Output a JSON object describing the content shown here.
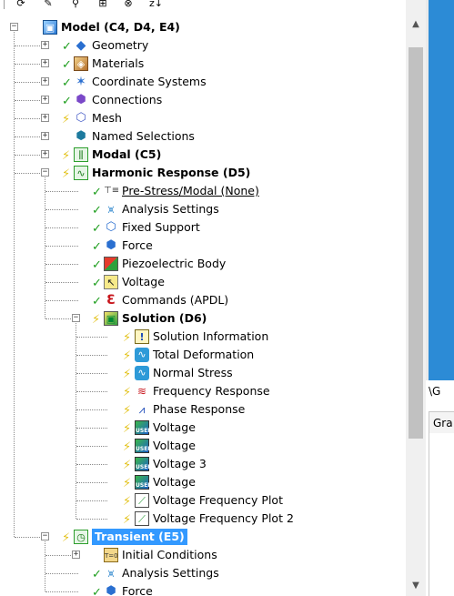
{
  "toolbar": [
    {
      "name": "refresh-icon",
      "glyph": "⟳"
    },
    {
      "name": "show-vertex-icon",
      "glyph": "✎"
    },
    {
      "name": "tree-filter-icon",
      "glyph": "⚲"
    },
    {
      "name": "expand-all-icon",
      "glyph": "⊞"
    },
    {
      "name": "suppress-icon",
      "glyph": "⊗"
    },
    {
      "name": "sort-icon",
      "glyph": "z↓"
    }
  ],
  "tree": [
    {
      "label": "Model (C4, D4, E4)",
      "level": 0,
      "expander": "minus",
      "status": "",
      "icon": "model",
      "bold": true
    },
    {
      "label": "Geometry",
      "level": 1,
      "expander": "plus",
      "status": "check",
      "icon": "geometry"
    },
    {
      "label": "Materials",
      "level": 1,
      "expander": "plus",
      "status": "check",
      "icon": "materials"
    },
    {
      "label": "Coordinate Systems",
      "level": 1,
      "expander": "plus",
      "status": "check",
      "icon": "coordinate-systems"
    },
    {
      "label": "Connections",
      "level": 1,
      "expander": "plus",
      "status": "check",
      "icon": "connections"
    },
    {
      "label": "Mesh",
      "level": 1,
      "expander": "plus",
      "status": "bolt",
      "icon": "mesh"
    },
    {
      "label": "Named Selections",
      "level": 1,
      "expander": "plus",
      "status": "",
      "icon": "named-selections"
    },
    {
      "label": "Modal (C5)",
      "level": 1,
      "expander": "plus",
      "status": "bolt",
      "icon": "modal",
      "bold": true
    },
    {
      "label": "Harmonic Response (D5)",
      "level": 1,
      "expander": "minus",
      "status": "bolt",
      "icon": "harmonic",
      "bold": true
    },
    {
      "label": "Pre-Stress/Modal (None)",
      "level": 2,
      "expander": "",
      "status": "check",
      "icon": "prestress",
      "underline": true
    },
    {
      "label": "Analysis Settings",
      "level": 2,
      "expander": "",
      "status": "check",
      "icon": "analysis-settings"
    },
    {
      "label": "Fixed Support",
      "level": 2,
      "expander": "",
      "status": "check",
      "icon": "fixed-support"
    },
    {
      "label": "Force",
      "level": 2,
      "expander": "",
      "status": "check",
      "icon": "force"
    },
    {
      "label": "Piezoelectric Body",
      "level": 2,
      "expander": "",
      "status": "check",
      "icon": "piezo"
    },
    {
      "label": "Voltage",
      "level": 2,
      "expander": "",
      "status": "check",
      "icon": "voltage-bc"
    },
    {
      "label": "Commands (APDL)",
      "level": 2,
      "expander": "",
      "status": "check",
      "icon": "commands"
    },
    {
      "label": "Solution (D6)",
      "level": 2,
      "expander": "minus",
      "status": "bolt",
      "icon": "solution",
      "bold": true
    },
    {
      "label": "Solution Information",
      "level": 3,
      "expander": "",
      "status": "bolt",
      "icon": "solution-info"
    },
    {
      "label": "Total Deformation",
      "level": 3,
      "expander": "",
      "status": "bolt",
      "icon": "total-deformation"
    },
    {
      "label": "Normal Stress",
      "level": 3,
      "expander": "",
      "status": "bolt",
      "icon": "normal-stress"
    },
    {
      "label": "Frequency Response",
      "level": 3,
      "expander": "",
      "status": "bolt",
      "icon": "frequency-response"
    },
    {
      "label": "Phase Response",
      "level": 3,
      "expander": "",
      "status": "bolt",
      "icon": "phase-response"
    },
    {
      "label": "Voltage",
      "level": 3,
      "expander": "",
      "status": "bolt",
      "icon": "user-result"
    },
    {
      "label": "Voltage",
      "level": 3,
      "expander": "",
      "status": "bolt",
      "icon": "user-result"
    },
    {
      "label": "Voltage 3",
      "level": 3,
      "expander": "",
      "status": "bolt",
      "icon": "user-result"
    },
    {
      "label": "Voltage",
      "level": 3,
      "expander": "",
      "status": "bolt",
      "icon": "user-result"
    },
    {
      "label": "Voltage Frequency Plot",
      "level": 3,
      "expander": "",
      "status": "bolt",
      "icon": "frequency-plot"
    },
    {
      "label": "Voltage Frequency Plot 2",
      "level": 3,
      "expander": "",
      "status": "bolt",
      "icon": "frequency-plot"
    },
    {
      "label": "Transient (E5)",
      "level": 1,
      "expander": "minus",
      "status": "bolt",
      "icon": "transient",
      "bold": true,
      "selected": true
    },
    {
      "label": "Initial Conditions",
      "level": 2,
      "expander": "plus",
      "status": "",
      "icon": "initial-conditions"
    },
    {
      "label": "Analysis Settings",
      "level": 2,
      "expander": "",
      "status": "check",
      "icon": "analysis-settings"
    },
    {
      "label": "Force",
      "level": 2,
      "expander": "",
      "status": "check",
      "icon": "force"
    }
  ],
  "right_panel": {
    "graph_label": "\\G",
    "tab_label": "Gra"
  },
  "colors": {
    "selection": "#3399ff",
    "check": "#1e9e1e",
    "bolt": "#e3c21b",
    "viewport": "#2c8bd6"
  }
}
